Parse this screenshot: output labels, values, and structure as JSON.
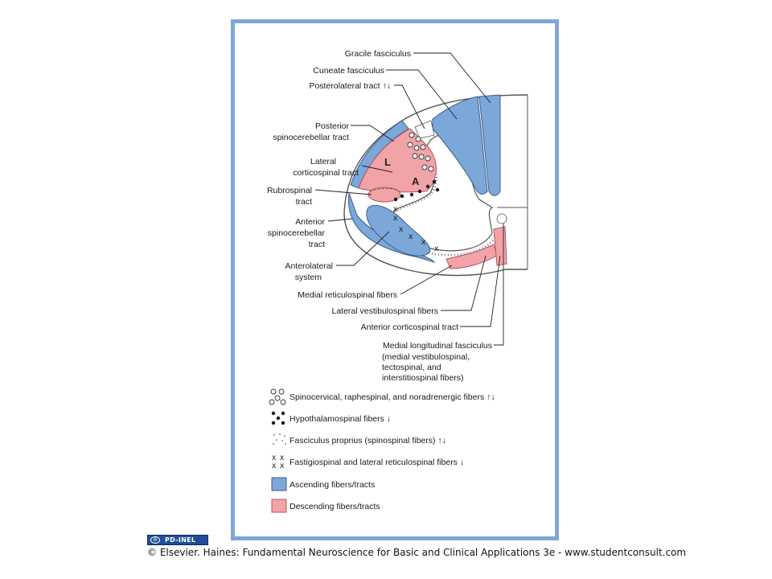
{
  "labels": {
    "gracile": "Gracile fasciculus",
    "cuneate": "Cuneate fasciculus",
    "posterolateral": "Posterolateral tract ↑↓",
    "posterior_sc": [
      "Posterior",
      "spinocerebellar tract"
    ],
    "lateral_cs": [
      "Lateral",
      "corticospinal tract"
    ],
    "rubrospinal": [
      "Rubrospinal",
      "tract"
    ],
    "anterior_sc": [
      "Anterior",
      "spinocerebellar",
      "tract"
    ],
    "anterolateral": [
      "Anterolateral",
      "system"
    ],
    "medial_reticulospinal": "Medial reticulospinal fibers",
    "lateral_vestibulospinal": "Lateral vestibulospinal fibers",
    "anterior_cs": "Anterior corticospinal tract",
    "mlf": [
      "Medial longitudinal fasciculus",
      "(medial vestibulospinal,",
      "tectospinal, and",
      "interstitiospinal fibers)"
    ],
    "letter_l": "L",
    "letter_a": "A",
    "letter_x": "x"
  },
  "legend": [
    {
      "symbol": "open-circles",
      "text": "Spinocervical, raphespinal, and noradrenergic fibers ↑↓"
    },
    {
      "symbol": "filled-dots",
      "text": "Hypothalamospinal fibers ↓"
    },
    {
      "symbol": "fine-dots",
      "text": "Fasciculus proprius (spinospinal fibers) ↑↓"
    },
    {
      "symbol": "x-marks",
      "text": "Fastigiospinal and lateral reticulospinal fibers ↓"
    },
    {
      "symbol": "blue-swatch",
      "text": "Ascending fibers/tracts"
    },
    {
      "symbol": "pink-swatch",
      "text": "Descending fibers/tracts"
    }
  ],
  "colors": {
    "ascending": "#7ba7d9",
    "descending": "#f2a3a8",
    "frame": "#7ea7d8",
    "badge": "#1f4e96"
  },
  "badge_text": "PD-INEL",
  "credit": "© Elsevier. Haines: Fundamental Neuroscience for Basic and Clinical Applications 3e - www.studentconsult.com"
}
